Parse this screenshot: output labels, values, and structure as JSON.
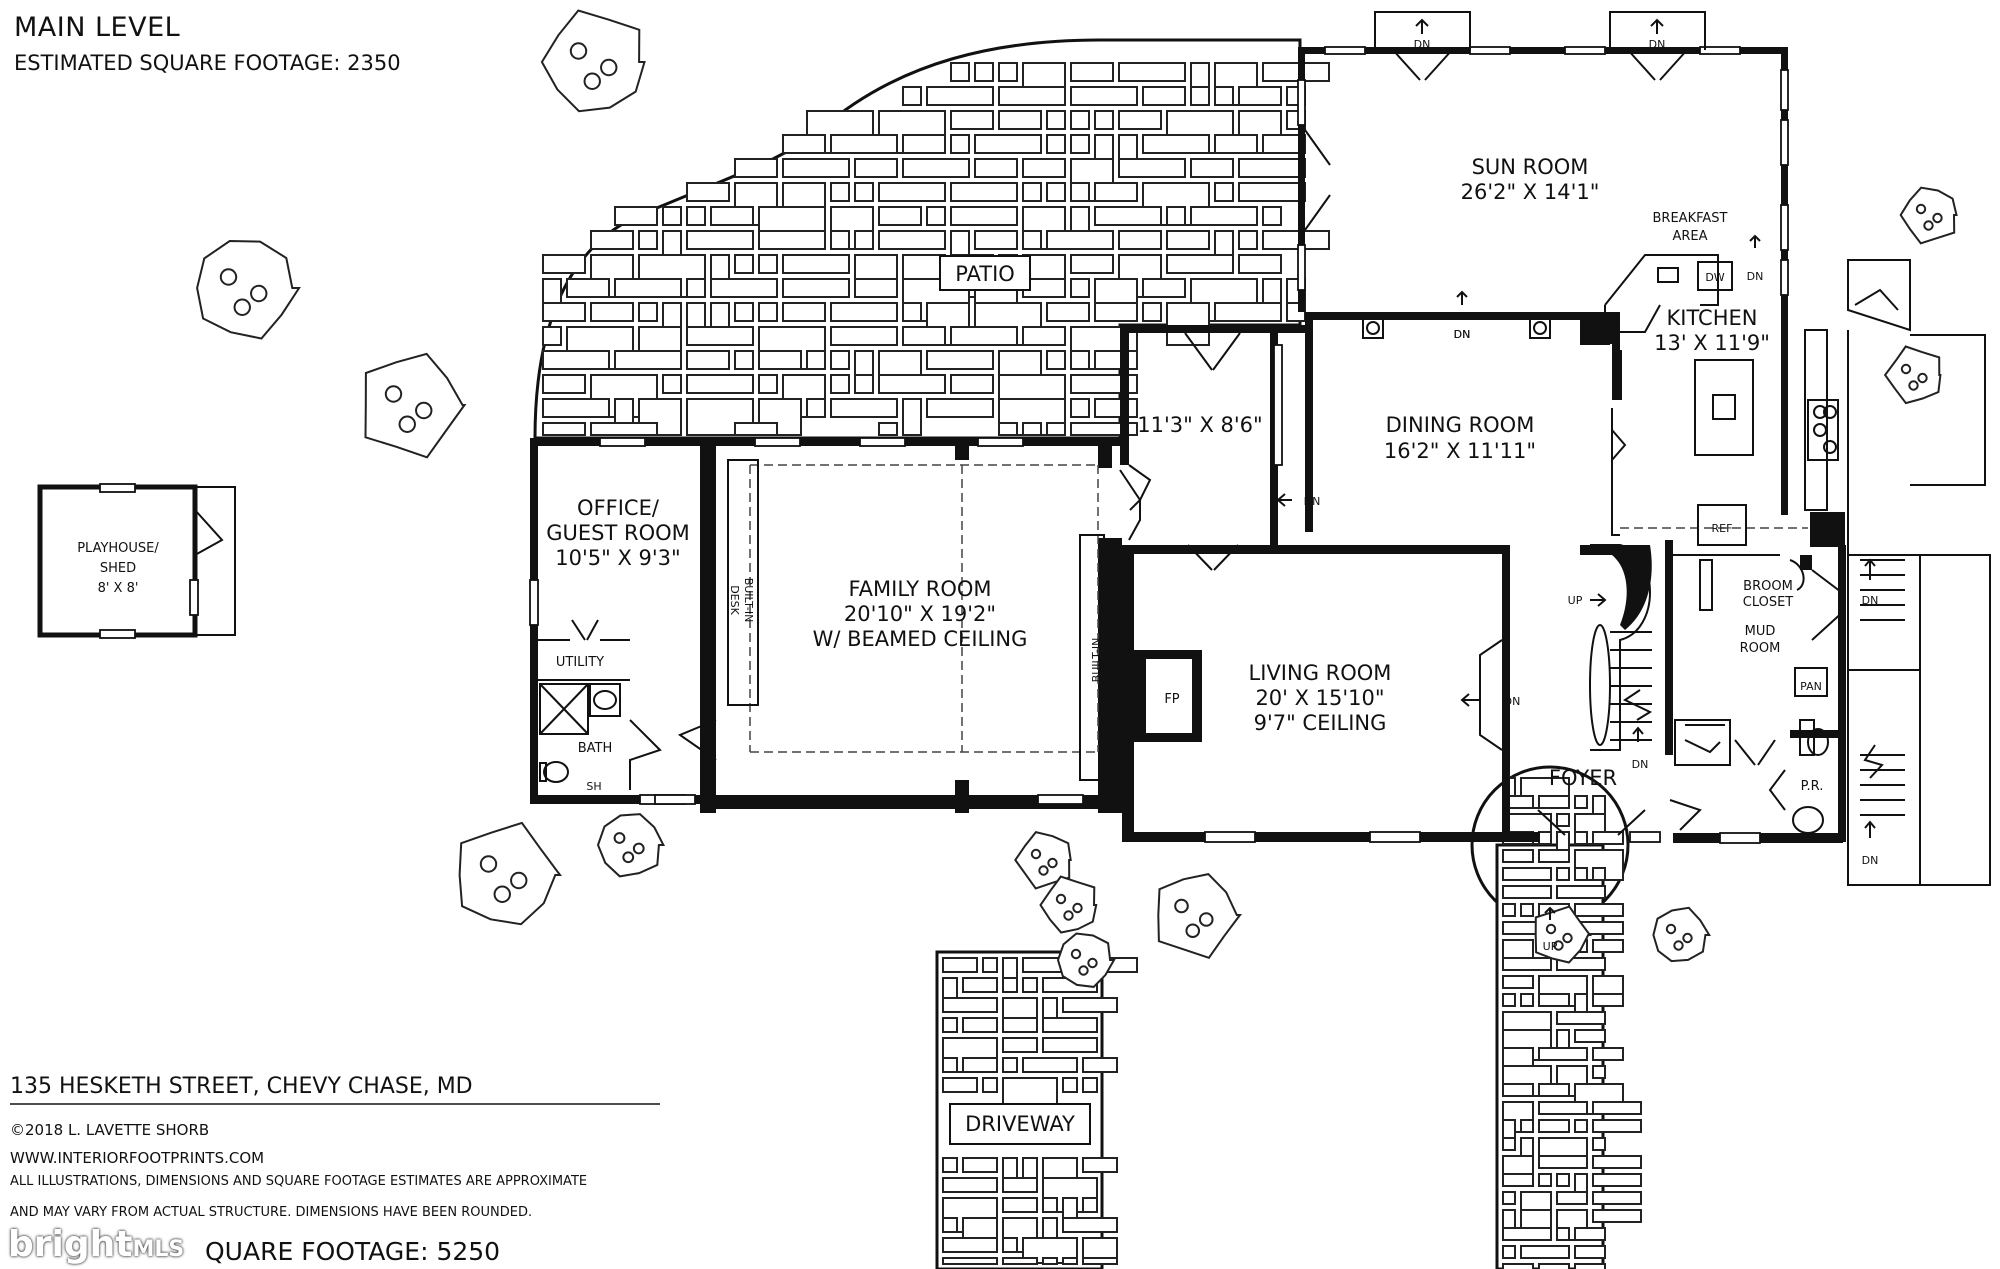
{
  "header": {
    "level": "MAIN LEVEL",
    "sqft": "ESTIMATED SQUARE FOOTAGE: 2350"
  },
  "rooms": {
    "sun_room": {
      "name": "SUN ROOM",
      "dim": "26'2\" X 14'1\""
    },
    "breakfast": {
      "line1": "BREAKFAST",
      "line2": "AREA"
    },
    "kitchen": {
      "name": "KITCHEN",
      "dim": "13' X 11'9\""
    },
    "patio": {
      "name": "PATIO"
    },
    "small_room": {
      "dim": "11'3\" X 8'6\""
    },
    "dining": {
      "name": "DINING ROOM",
      "dim": "16'2\" X 11'11\""
    },
    "office": {
      "line1": "OFFICE/",
      "line2": "GUEST ROOM",
      "dim": "10'5\" X 9'3\""
    },
    "family": {
      "name": "FAMILY ROOM",
      "dim": "20'10\" X 19'2\"",
      "note": "W/ BEAMED CEILING"
    },
    "living": {
      "name": "LIVING ROOM",
      "dim": "20' X 15'10\"",
      "note": "9'7\" CEILING"
    },
    "playhouse": {
      "line1": "PLAYHOUSE/",
      "line2": "SHED",
      "dim": "8' X 8'"
    },
    "utility": {
      "name": "UTILITY"
    },
    "bath": {
      "name": "BATH"
    },
    "foyer": {
      "name": "FOYER"
    },
    "mud": {
      "line1": "MUD",
      "line2": "ROOM"
    },
    "broom": {
      "line1": "BROOM",
      "line2": "CLOSET"
    },
    "pr": {
      "name": "P.R."
    },
    "pan": {
      "name": "PAN"
    },
    "driveway": {
      "name": "DRIVEWAY"
    }
  },
  "labels": {
    "dn": "DN",
    "up": "UP",
    "dw": "DW",
    "ref": "REF",
    "fp": "FP",
    "sh": "SH",
    "built_in": "BUILT-IN",
    "desk": "DESK"
  },
  "footer": {
    "address": "135 HESKETH STREET, CHEVY CHASE, MD",
    "copyright": "©2018 L. LAVETTE SHORB",
    "website": "WWW.INTERIORFOOTPRINTS.COM",
    "disclaimer1": "ALL ILLUSTRATIONS, DIMENSIONS AND SQUARE FOOTAGE ESTIMATES ARE APPROXIMATE",
    "disclaimer2": "AND MAY VARY FROM ACTUAL STRUCTURE. DIMENSIONS HAVE BEEN ROUNDED.",
    "total_sqft": "QUARE FOOTAGE: 5250"
  },
  "watermark": {
    "brand": "bright",
    "suffix": "MLS"
  }
}
